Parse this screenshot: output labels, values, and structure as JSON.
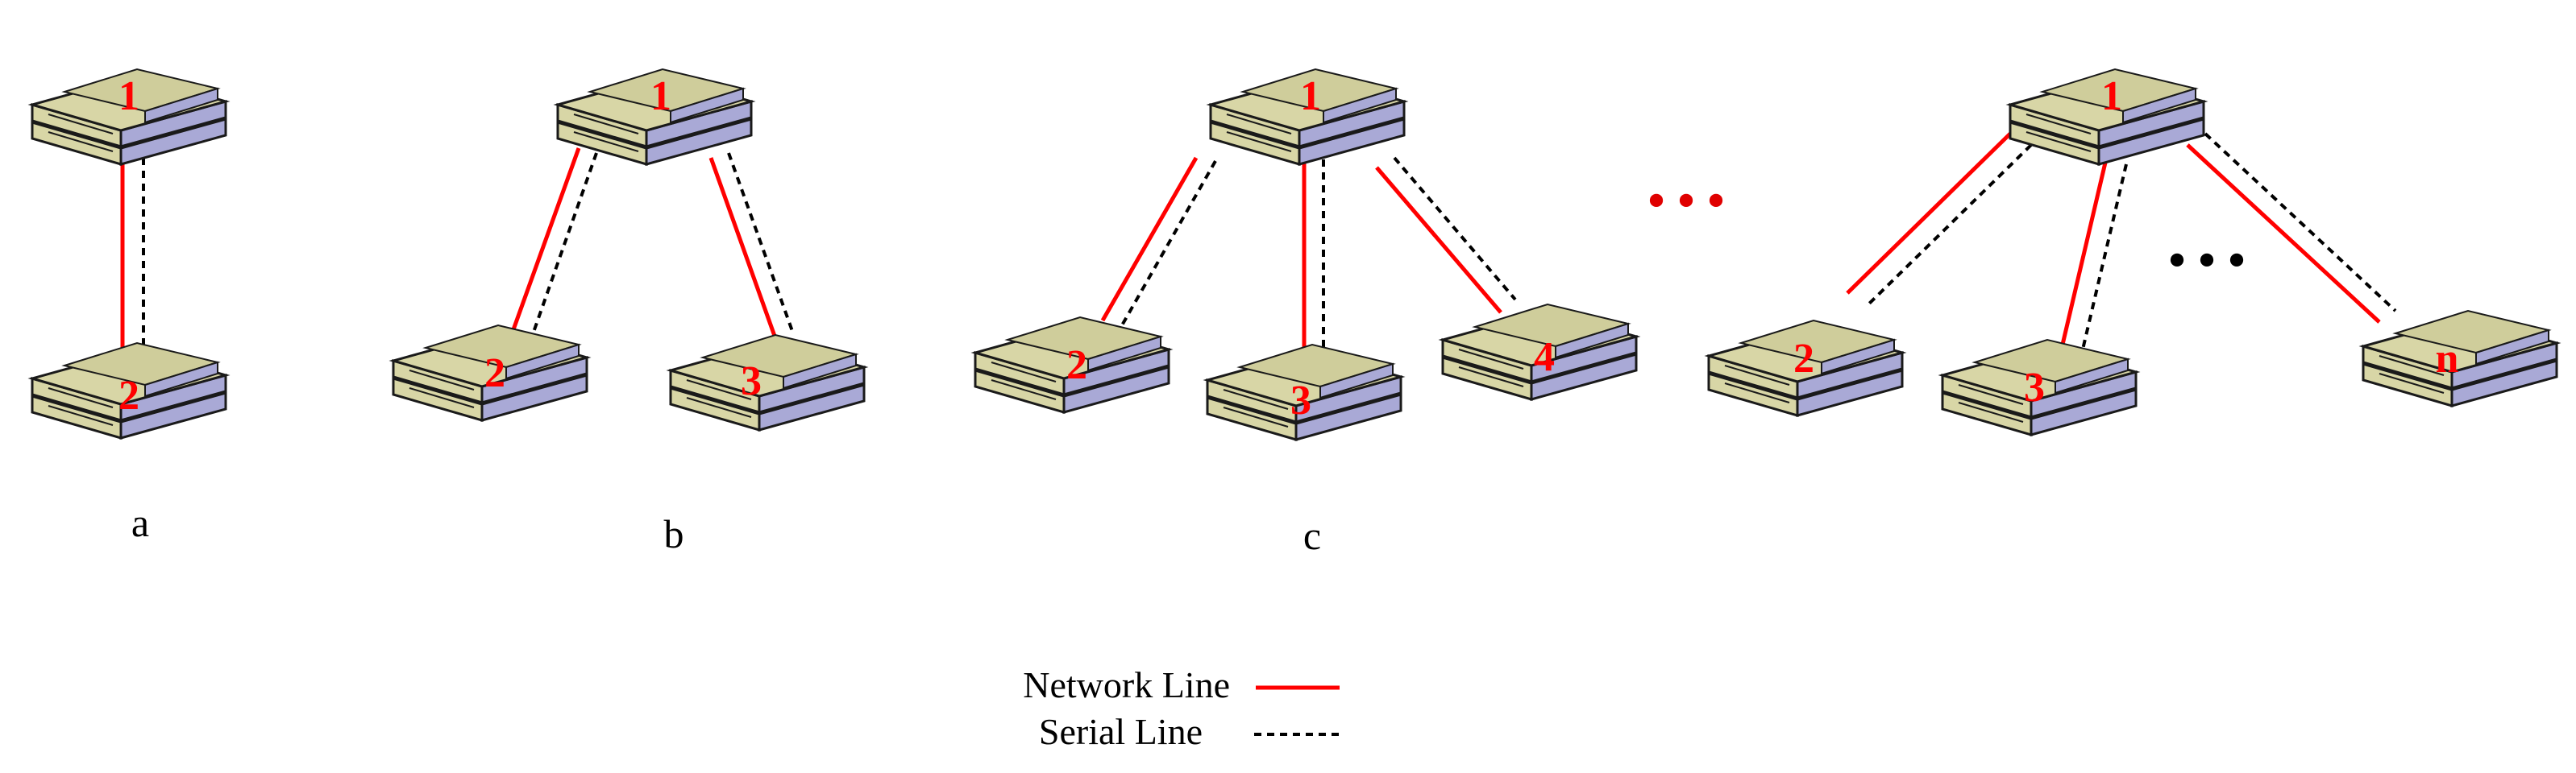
{
  "diagram": {
    "colors": {
      "network_line": "#ff0000",
      "serial_line": "#000000",
      "device_top": "#d8d6a6",
      "device_side": "#a9a9d6",
      "device_outline": "#1a1a1a",
      "ellipsis_red": "#e00000",
      "ellipsis_black": "#000000"
    },
    "configurations": [
      {
        "id": "a",
        "caption": "a",
        "hub": "1",
        "nodes": [
          "2"
        ]
      },
      {
        "id": "b",
        "caption": "b",
        "hub": "1",
        "nodes": [
          "2",
          "3"
        ]
      },
      {
        "id": "c",
        "caption": "c",
        "hub": "1",
        "nodes": [
          "2",
          "3",
          "4"
        ]
      },
      {
        "id": "n",
        "caption": "",
        "hub": "1",
        "nodes": [
          "2",
          "3",
          "n"
        ]
      }
    ],
    "ellipses": [
      "•••",
      "•••"
    ],
    "legend": {
      "items": [
        {
          "label": "Network Line",
          "style": "solid",
          "color": "#ff0000"
        },
        {
          "label": "Serial Line",
          "style": "dashed",
          "color": "#000000"
        }
      ]
    }
  }
}
